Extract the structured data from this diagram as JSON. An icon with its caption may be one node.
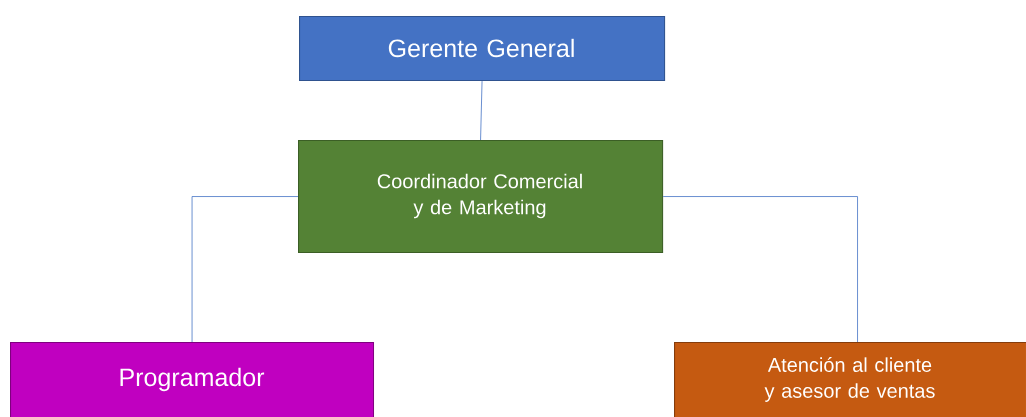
{
  "diagram": {
    "nodes": [
      {
        "text": [
          "Gerente General"
        ]
      },
      {
        "text": [
          "Coordinador Comercial y de Marketing"
        ]
      },
      {
        "text": [
          "Programador"
        ]
      },
      {
        "text": [
          "Atención al cliente y asesor de ventas"
        ]
      }
    ],
    "edges": [
      {
        "from": 0,
        "to": 1,
        "arrow": "none"
      },
      {
        "from": 1,
        "to": 2,
        "arrow": "none"
      },
      {
        "from": 1,
        "to": 3,
        "arrow": "none"
      }
    ]
  }
}
